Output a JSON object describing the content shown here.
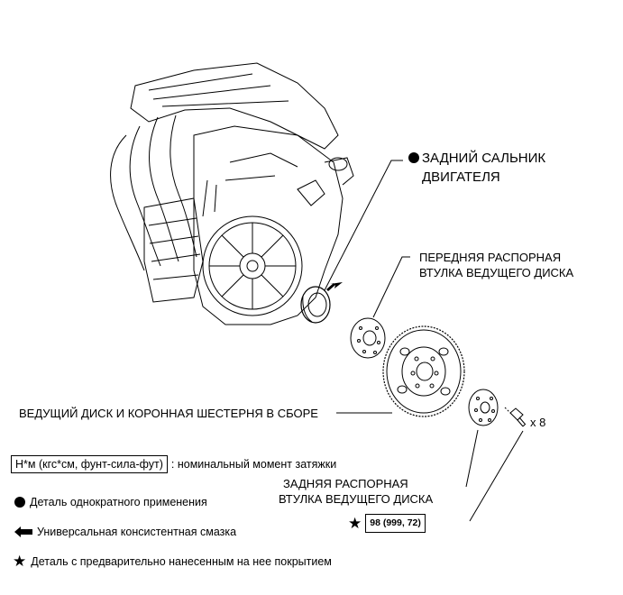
{
  "callouts": {
    "rear_oil_seal": [
      "ЗАДНИЙ САЛЬНИК",
      "ДВИГАТЕЛЯ"
    ],
    "front_spacer": [
      "ПЕРЕДНЯЯ РАСПОРНАЯ",
      "ВТУЛКА ВЕДУЩЕГО ДИСКА"
    ],
    "drive_plate": "ВЕДУЩИЙ ДИСК И КОРОННАЯ ШЕСТЕРНЯ В СБОРЕ",
    "rear_spacer": [
      "ЗАДНЯЯ РАСПОРНАЯ",
      "ВТУЛКА ВЕДУЩЕГО ДИСКА"
    ],
    "bolt_qty": "x 8",
    "torque_value": "98 (999, 72)"
  },
  "legend": {
    "torque_box": "Н*м (кгс*см, фунт-сила-фут)",
    "torque_text": ": номинальный момент затяжки",
    "non_reusable": "Деталь однократного применения",
    "grease": "Универсальная консистентная смазка",
    "precoated": "Деталь с предварительно нанесенным на нее покрытием"
  }
}
